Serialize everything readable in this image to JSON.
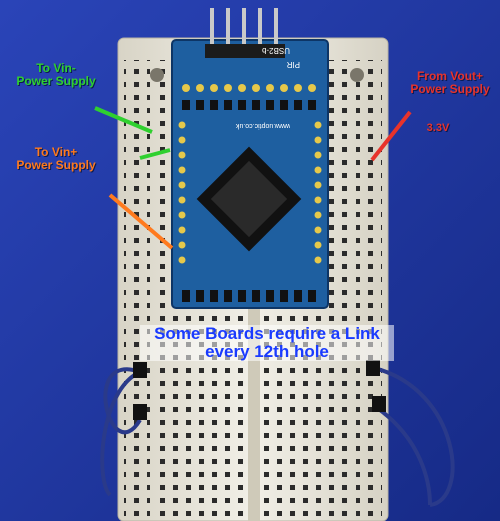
{
  "annotations": {
    "vin_minus": "To Vin-\nPower Supply",
    "vin_plus": "To Vin+\nPower Supply",
    "vout_plus": "From Vout+\nPower Supply",
    "voltage": "3.3V",
    "note": "Some Boards require a Link every 12th hole"
  },
  "board": {
    "brand": "www.uoptic.co.uk",
    "part": "PIR",
    "model": "USB2-b"
  },
  "colors": {
    "background": "#1f3aa8",
    "breadboard": "#e9e6dc",
    "pcb": "#1e5fa0",
    "green_wire": "#2fd02f",
    "orange_wire": "#ff7a1e",
    "red_wire": "#e8332b",
    "link_wire": "#2a3a8a"
  }
}
